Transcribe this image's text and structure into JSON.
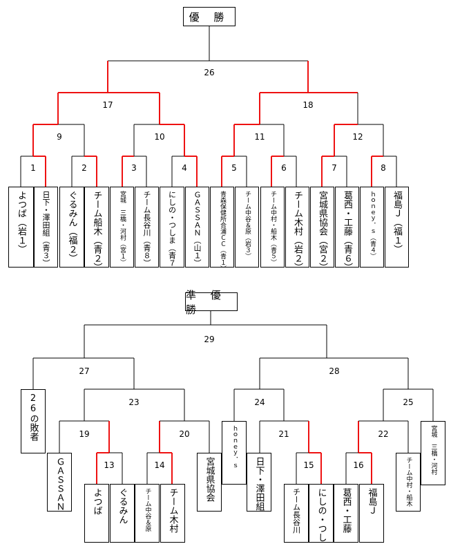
{
  "champion": {
    "title": "優 勝",
    "match_numbers": [
      "26",
      "17",
      "18",
      "9",
      "10",
      "11",
      "12",
      "1",
      "2",
      "3",
      "4",
      "5",
      "6",
      "7",
      "8"
    ],
    "teams": [
      "よつば（岩１）",
      "日下・澤田組（青３）",
      "ぐるみん（福２）",
      "チーム船木（青２）",
      "宮城　三橋・河村（宮１）",
      "チーム長谷川（青８）",
      "にしの・つしま（青７）",
      "ＧＡＳＳＡＮ（山１）",
      "青森保健所合浦ＣＣ（青１）",
      "チーム中谷＆原（岩３）",
      "チーム中村・船木（青５）",
      "チーム木村（岩２）",
      "宮城県協会（宮２）",
      "葛西・工藤（青６）",
      "ｈｏｎｅｙ．ｓ（青４）",
      "福島Ｊ（福１）"
    ]
  },
  "runner_up": {
    "title": "準 優 勝",
    "match_numbers": [
      "29",
      "27",
      "28",
      "23",
      "24",
      "25",
      "19",
      "20",
      "21",
      "22",
      "13",
      "14",
      "15",
      "16"
    ],
    "teams": [
      "26の敗者",
      "ＧＡＳＳＡＮ",
      "よつば",
      "ぐるみん",
      "チーム中谷＆原",
      "チーム木村",
      "宮城県協会",
      "ｈｏｎｅｙ．ｓ",
      "日下・澤田組",
      "チーム長谷川",
      "にしの・つしま",
      "葛西・工藤",
      "福島Ｊ",
      "チーム中村・船木",
      "宮城　三橋・河村"
    ]
  }
}
